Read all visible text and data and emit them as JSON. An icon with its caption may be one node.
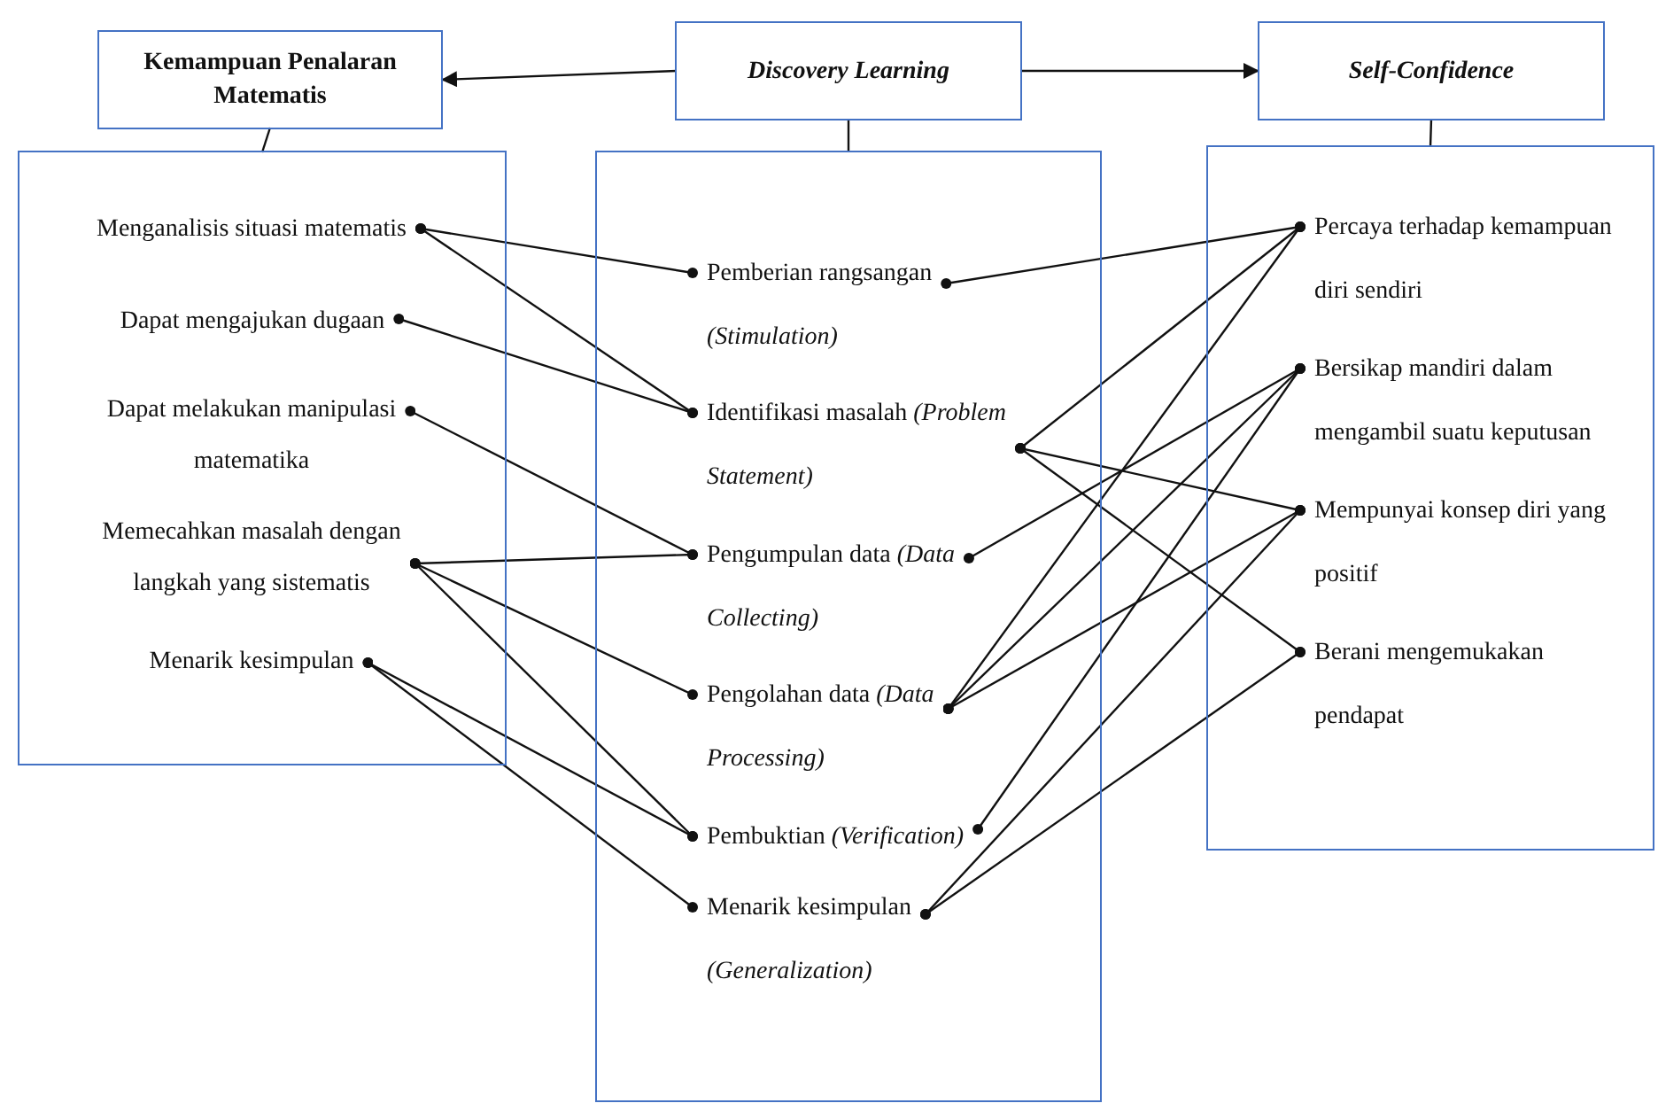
{
  "diagram": {
    "nodes": [
      {
        "text": [
          "Kemampuan Penalaran Matematis"
        ]
      },
      {
        "text": [
          "Discovery Learning"
        ]
      },
      {
        "text": [
          "Self-Confidence"
        ]
      },
      {
        "text": [],
        "shape": "box"
      },
      {
        "text": [
          "Menganalisis situasi matematis"
        ],
        "in": 3
      },
      {
        "text": [
          "Dapat mengajukan dugaan"
        ],
        "in": 3
      },
      {
        "text": [
          "Dapat melakukan manipulasi matematika"
        ],
        "in": 3
      },
      {
        "text": [
          "Memecahkan masalah dengan langkah yang sistematis"
        ],
        "in": 3
      },
      {
        "text": [
          "Menarik kesimpulan"
        ],
        "in": 3
      },
      {
        "text": [],
        "shape": "box"
      },
      {
        "text": [
          "Pemberian rangsangan *(Stimulation)*"
        ],
        "in": 9
      },
      {
        "text": [
          "Identifikasi masalah *(Problem Statement)*"
        ],
        "in": 9
      },
      {
        "text": [
          "Pengumpulan data *(Data Collecting)*"
        ],
        "in": 9
      },
      {
        "text": [
          "Pengolahan data *(Data Processing)*"
        ],
        "in": 9
      },
      {
        "text": [
          "Pembuktian *(Verification)*"
        ],
        "in": 9
      },
      {
        "text": [
          "Menarik kesimpulan *(Generalization)*"
        ],
        "in": 9
      },
      {
        "text": [],
        "shape": "box"
      },
      {
        "text": [
          "Percaya terhadap kemampuan diri sendiri"
        ],
        "in": 16
      },
      {
        "text": [
          "Bersikap mandiri dalam mengambil suatu keputusan"
        ],
        "in": 16
      },
      {
        "text": [
          "Mempunyai konsep diri yang positif"
        ],
        "in": 16
      },
      {
        "text": [
          "Berani mengemukakan pendapat"
        ],
        "in": 16
      }
    ],
    "edges": [
      {
        "from": 1,
        "to": 0,
        "arrow": "to"
      },
      {
        "from": 1,
        "to": 2,
        "arrow": "to"
      },
      {
        "from": 0,
        "to": 3,
        "arrow": "none"
      },
      {
        "from": 1,
        "to": 9,
        "arrow": "none"
      },
      {
        "from": 2,
        "to": 16,
        "arrow": "none"
      },
      {
        "from": 4,
        "to": 10,
        "arrow": "other"
      },
      {
        "from": 4,
        "to": 11,
        "arrow": "other"
      },
      {
        "from": 5,
        "to": 11,
        "arrow": "other"
      },
      {
        "from": 6,
        "to": 12,
        "arrow": "other"
      },
      {
        "from": 7,
        "to": 12,
        "arrow": "other"
      },
      {
        "from": 7,
        "to": 13,
        "arrow": "other"
      },
      {
        "from": 7,
        "to": 14,
        "arrow": "other"
      },
      {
        "from": 8,
        "to": 14,
        "arrow": "other"
      },
      {
        "from": 8,
        "to": 15,
        "arrow": "other"
      },
      {
        "from": 10,
        "to": 17,
        "arrow": "other"
      },
      {
        "from": 11,
        "to": 17,
        "arrow": "other"
      },
      {
        "from": 11,
        "to": 19,
        "arrow": "other"
      },
      {
        "from": 11,
        "to": 20,
        "arrow": "other"
      },
      {
        "from": 12,
        "to": 18,
        "arrow": "other"
      },
      {
        "from": 13,
        "to": 17,
        "arrow": "other"
      },
      {
        "from": 13,
        "to": 18,
        "arrow": "other"
      },
      {
        "from": 13,
        "to": 19,
        "arrow": "other"
      },
      {
        "from": 14,
        "to": 18,
        "arrow": "other"
      },
      {
        "from": 15,
        "to": 19,
        "arrow": "other"
      },
      {
        "from": 15,
        "to": 20,
        "arrow": "other"
      }
    ]
  }
}
